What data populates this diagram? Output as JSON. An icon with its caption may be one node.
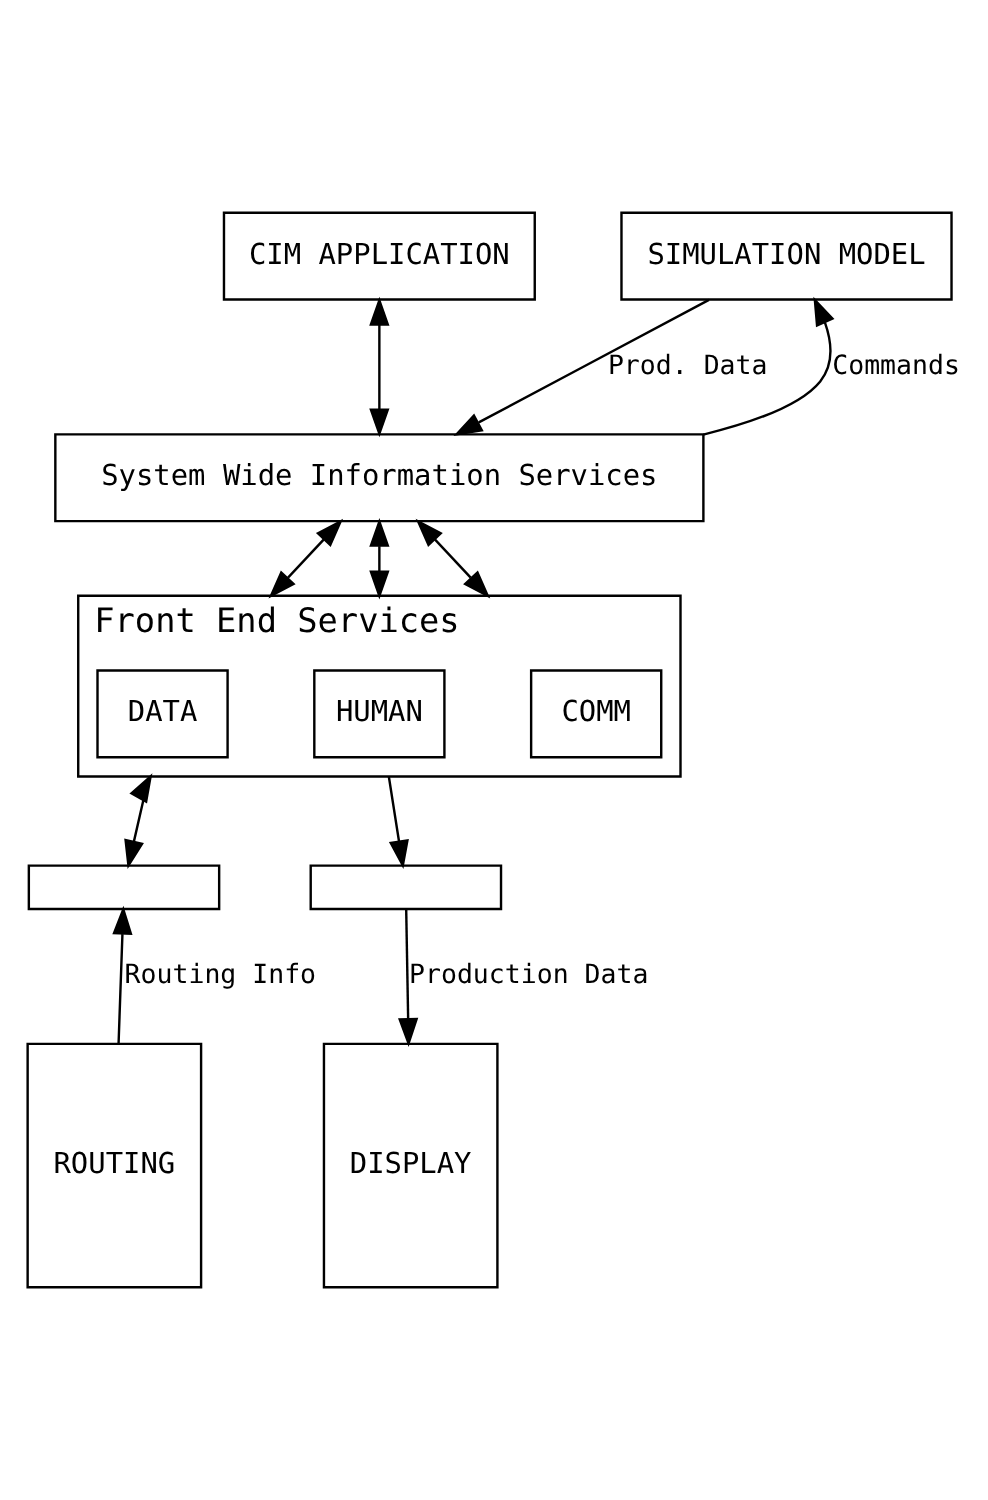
{
  "diagram": {
    "nodes": [
      {
        "text": [
          "CIM APPLICATION"
        ]
      },
      {
        "text": [
          "SIMULATION MODEL"
        ]
      },
      {
        "text": [
          "System Wide Information Services"
        ]
      },
      {
        "text": [
          "Front End Services"
        ]
      },
      {
        "text": [
          "DATA"
        ],
        "in": 3
      },
      {
        "text": [
          "HUMAN"
        ],
        "in": 3
      },
      {
        "text": [
          "COMM"
        ],
        "in": 3
      },
      {
        "text": [],
        "shape": "box"
      },
      {
        "text": [],
        "shape": "box"
      },
      {
        "text": [
          "ROUTING"
        ]
      },
      {
        "text": [
          "DISPLAY"
        ]
      }
    ],
    "edges": [
      {
        "from": 0,
        "to": 2,
        "arrow": "both"
      },
      {
        "from": 2,
        "to": 1,
        "arrow": "to",
        "label": "Commands"
      },
      {
        "from": 1,
        "to": 2,
        "arrow": "to",
        "label": "Prod. Data"
      },
      {
        "from": 2,
        "to": 3,
        "arrow": "both"
      },
      {
        "from": 2,
        "to": 3,
        "arrow": "both"
      },
      {
        "from": 2,
        "to": 3,
        "arrow": "both"
      },
      {
        "from": 3,
        "to": 7,
        "arrow": "both"
      },
      {
        "from": 3,
        "to": 8,
        "arrow": "to"
      },
      {
        "from": 9,
        "to": 7,
        "arrow": "to",
        "label": "Routing Info"
      },
      {
        "from": 8,
        "to": 10,
        "arrow": "to",
        "label": "Production Data"
      }
    ]
  }
}
